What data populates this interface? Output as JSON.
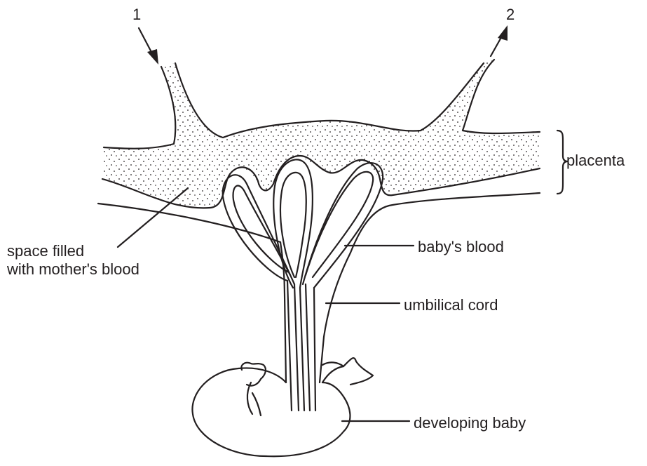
{
  "labels": {
    "arrow_in": "1",
    "arrow_out": "2",
    "placenta": "placenta",
    "space_line1": "space filled",
    "space_line2": "with mother's blood",
    "babys_blood": "baby's blood",
    "umbilical_cord": "umbilical cord",
    "developing_baby": "developing baby"
  },
  "colors": {
    "ink": "#231f20",
    "background": "#ffffff"
  }
}
